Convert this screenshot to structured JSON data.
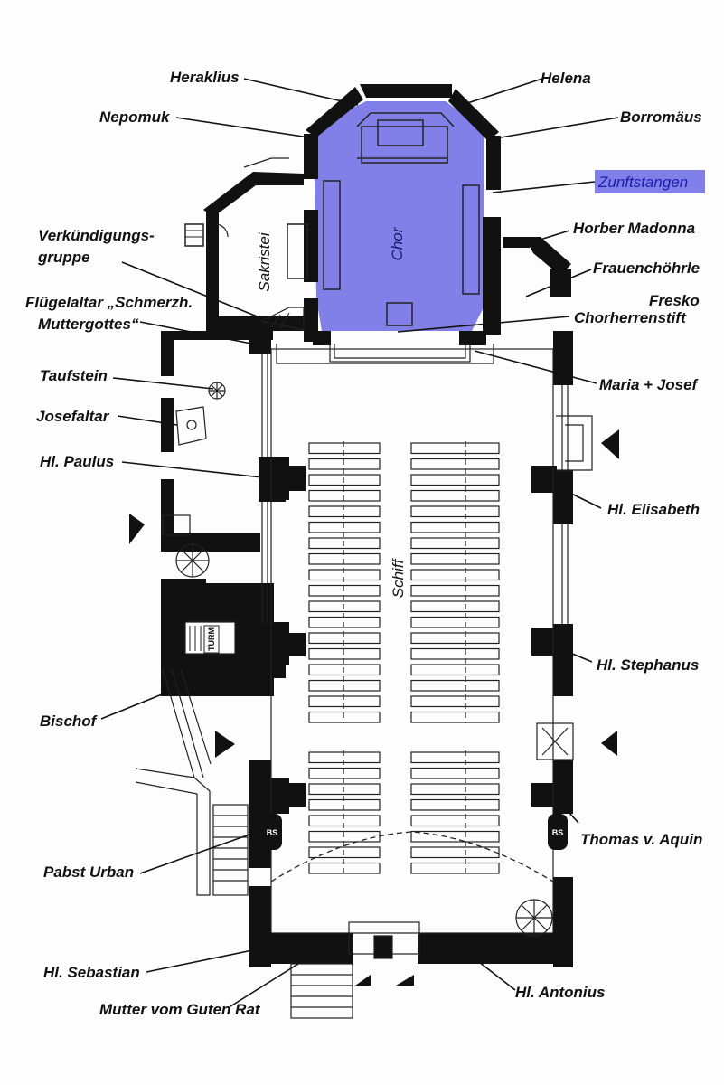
{
  "rooms": {
    "chor": "Chor",
    "sakristei": "Sakristei",
    "schiff": "Schiff",
    "turm": "TURM",
    "bs_left": "BS",
    "bs_right": "BS"
  },
  "highlight": {
    "label": "Zunftstangen",
    "color": "#8080e8"
  },
  "labels": {
    "heraklius": "Heraklius",
    "helena": "Helena",
    "nepomuk": "Nepomuk",
    "borromaeus": "Borromäus",
    "verkuendigung_1": "Verkündigungs-",
    "verkuendigung_2": "gruppe",
    "horber_madonna": "Horber Madonna",
    "frauenchoehrle": "Frauenchöhrle",
    "fluegelaltar_1": "Flügelaltar „Schmerzh.",
    "fluegelaltar_2": "Muttergottes“",
    "fresko_1": "Fresko",
    "fresko_2": "Chorherrenstift",
    "taufstein": "Taufstein",
    "maria_josef": "Maria + Josef",
    "josefaltar": "Josefaltar",
    "hl_paulus": "Hl. Paulus",
    "hl_elisabeth": "Hl. Elisabeth",
    "hl_stephanus": "Hl. Stephanus",
    "bischof": "Bischof",
    "thomas": "Thomas v. Aquin",
    "pabst_urban": "Pabst Urban",
    "hl_sebastian": "Hl. Sebastian",
    "hl_antonius": "Hl. Antonius",
    "mutter_guter_rat": "Mutter vom Guten Rat"
  }
}
